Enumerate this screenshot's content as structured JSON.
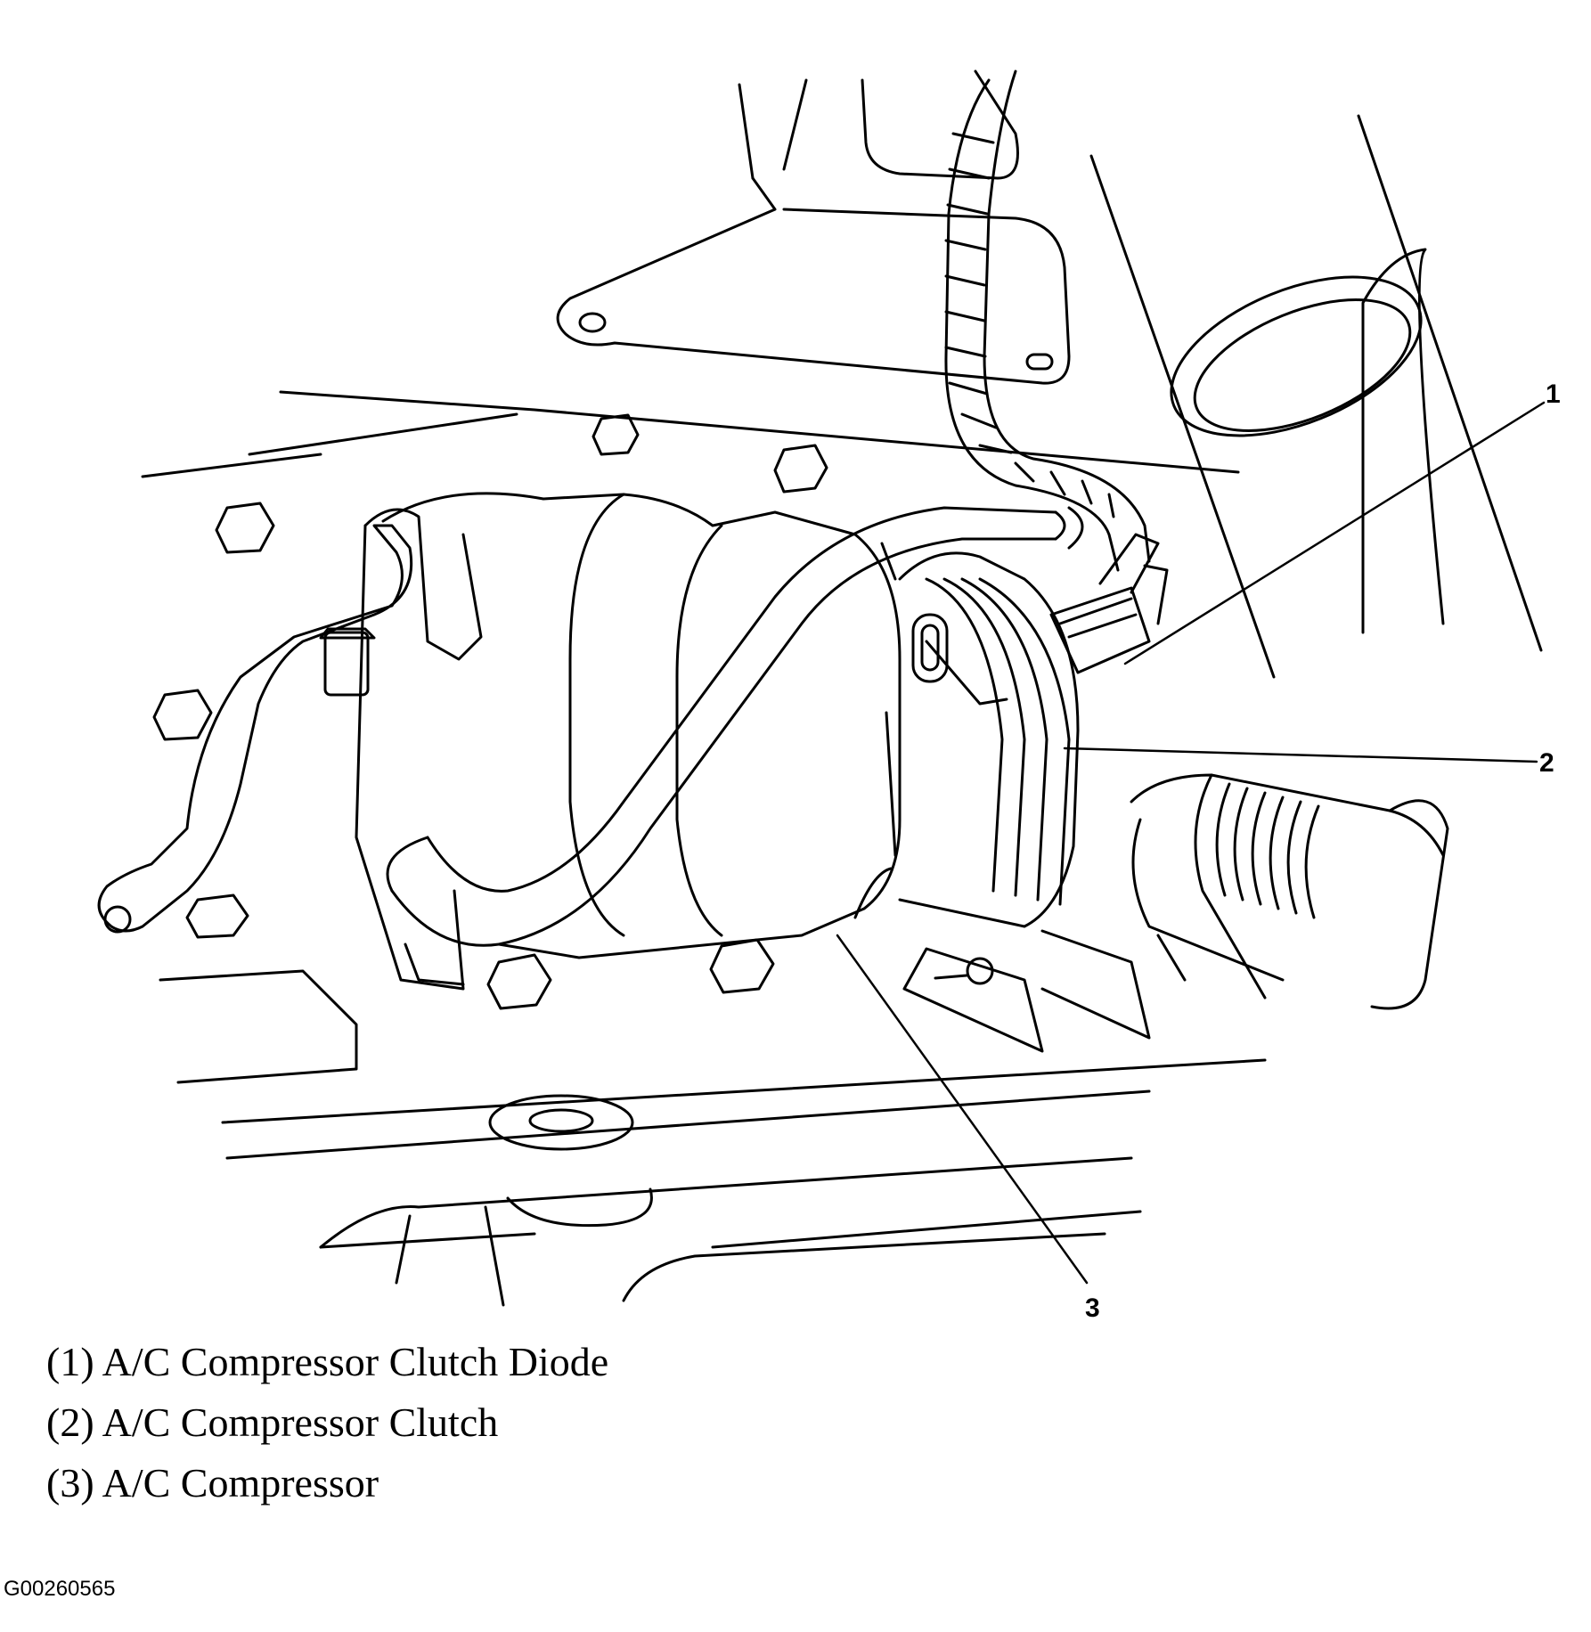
{
  "callouts": [
    {
      "number": "1",
      "label": "A/C Compressor Clutch Diode"
    },
    {
      "number": "2",
      "label": "A/C Compressor Clutch"
    },
    {
      "number": "3",
      "label": "A/C Compressor"
    }
  ],
  "legend": [
    "(1) A/C Compressor Clutch Diode",
    "(2) A/C Compressor Clutch",
    "(3) A/C Compressor"
  ],
  "figure_id": "G00260565"
}
